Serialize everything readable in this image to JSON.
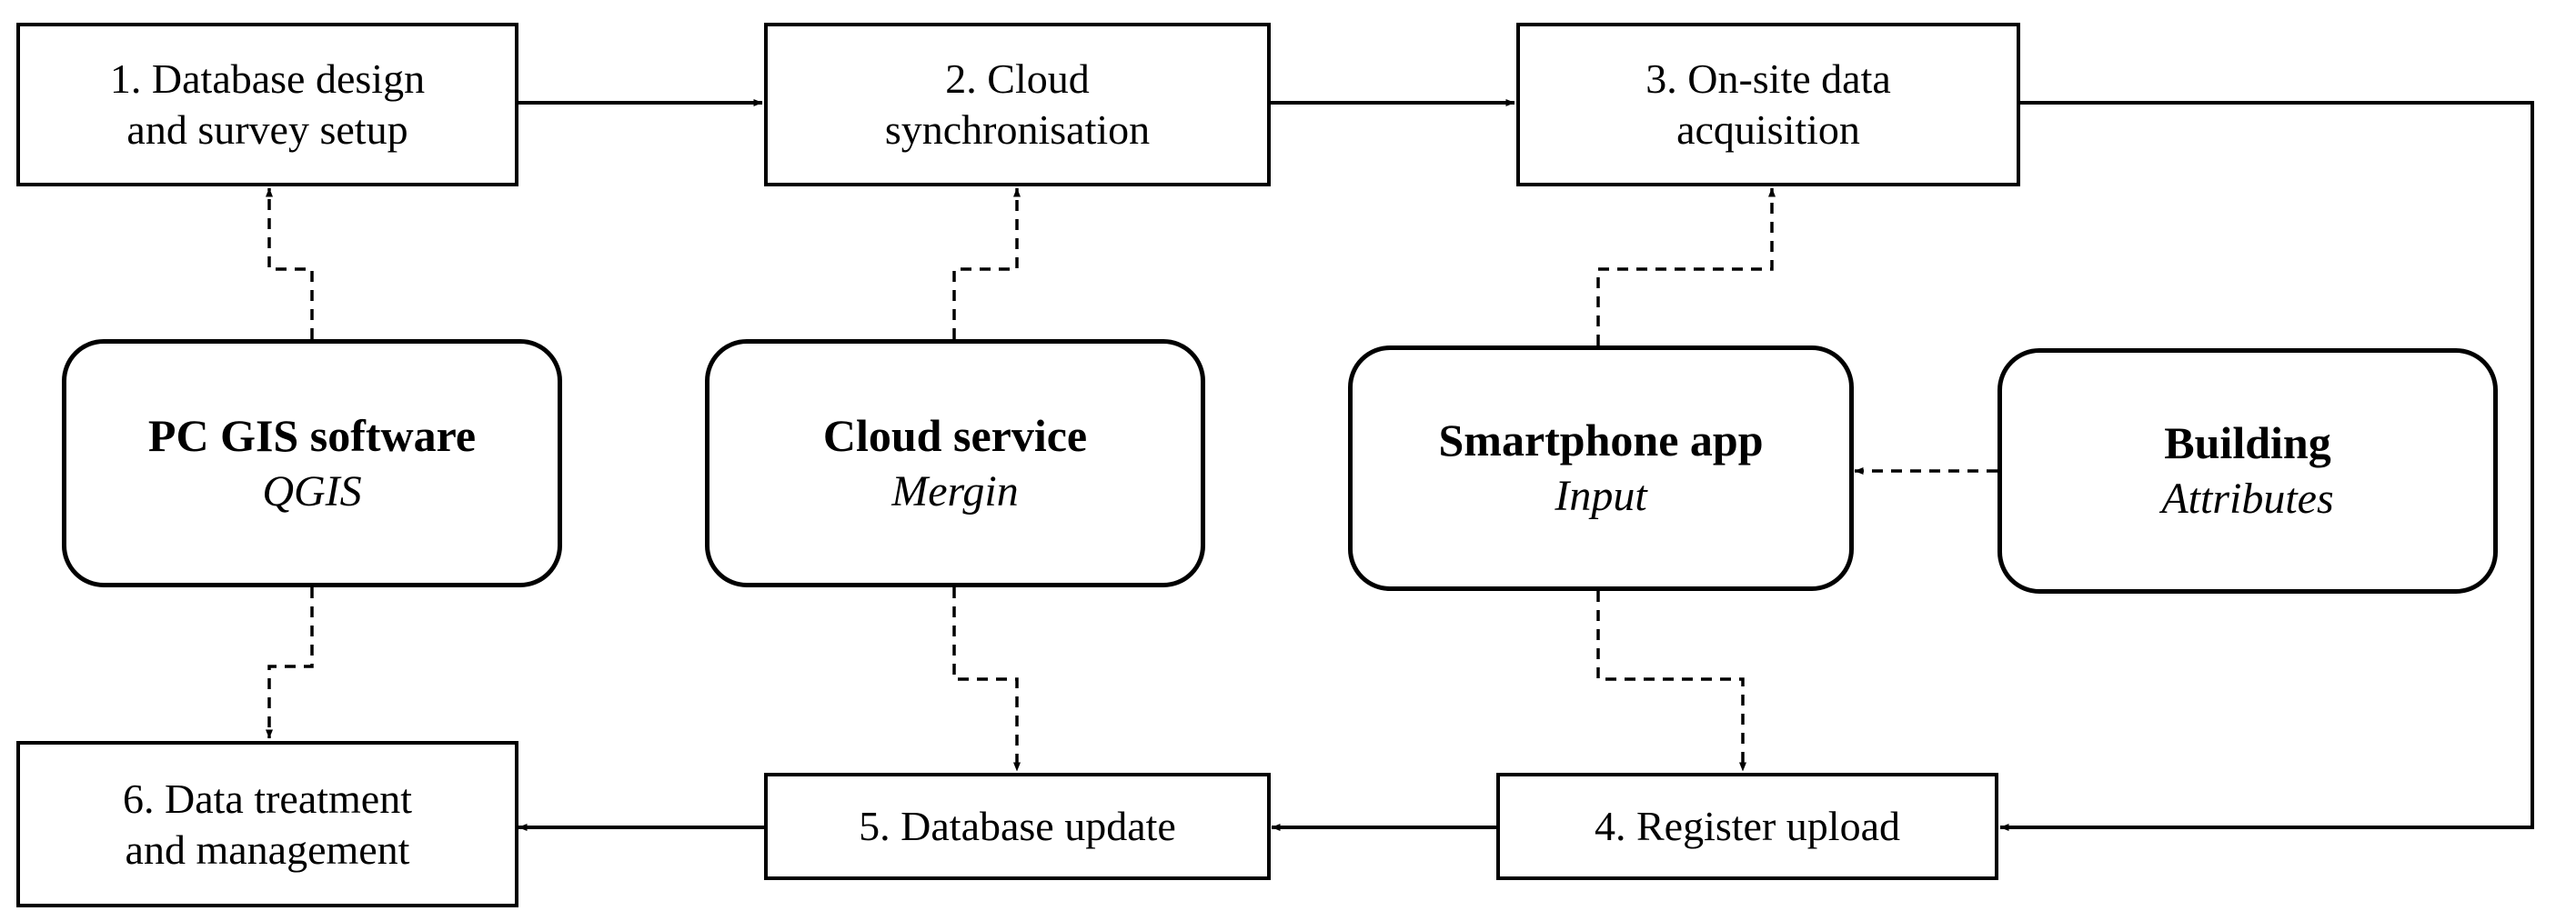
{
  "process_steps": [
    {
      "id": "step1",
      "line1": "1. Database design",
      "line2": "and survey setup"
    },
    {
      "id": "step2",
      "line1": "2. Cloud",
      "line2": "synchronisation"
    },
    {
      "id": "step3",
      "line1": "3. On-site data",
      "line2": "acquisition"
    },
    {
      "id": "step4",
      "line1": "4. Register upload",
      "line2": ""
    },
    {
      "id": "step5",
      "line1": "5. Database update",
      "line2": ""
    },
    {
      "id": "step6",
      "line1": "6. Data treatment",
      "line2": "and management"
    }
  ],
  "tools": [
    {
      "id": "pc-gis",
      "name": "PC GIS software",
      "product": "QGIS"
    },
    {
      "id": "cloud",
      "name": "Cloud service",
      "product": "Mergin"
    },
    {
      "id": "smartphone",
      "name": "Smartphone app",
      "product": "Input"
    },
    {
      "id": "building",
      "name": "Building",
      "product": "Attributes"
    }
  ],
  "connections": {
    "solid": [
      {
        "from": "step1",
        "to": "step2"
      },
      {
        "from": "step2",
        "to": "step3"
      },
      {
        "from": "step3",
        "to": "step4"
      },
      {
        "from": "step4",
        "to": "step5"
      },
      {
        "from": "step5",
        "to": "step6"
      }
    ],
    "dashed": [
      {
        "from": "pc-gis",
        "to": "step1"
      },
      {
        "from": "pc-gis",
        "to": "step6"
      },
      {
        "from": "cloud",
        "to": "step2"
      },
      {
        "from": "cloud",
        "to": "step5"
      },
      {
        "from": "smartphone",
        "to": "step3"
      },
      {
        "from": "smartphone",
        "to": "step4"
      },
      {
        "from": "building",
        "to": "smartphone"
      }
    ]
  },
  "colors": {
    "stroke": "#000000",
    "fill": "#ffffff"
  }
}
